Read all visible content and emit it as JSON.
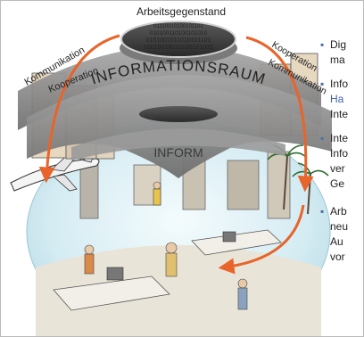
{
  "labels": {
    "arbeitsgegenstand": "Arbeitsgegenstand",
    "kommunikation": "Kommunikation",
    "kooperation_left": "Kooperation",
    "kooperation_right": "Kooperation",
    "kommunikation_right": "Kommunikation",
    "informationsraum": "INFORMATIONSRAUM",
    "informationsraum_echo": "INFORM"
  },
  "binary_rows": [
    "01110010100101101",
    "010100110100101010",
    "0101001011010101101",
    "01010010010100101010"
  ],
  "bullets": [
    {
      "lines": [
        "Dig",
        "ma"
      ]
    },
    {
      "lines": [
        "Info",
        "Ha",
        "Inte"
      ]
    },
    {
      "lines": [
        "Inte",
        "Info",
        "ver",
        "Ge"
      ]
    },
    {
      "lines": [
        "Arb",
        "neu",
        "Au",
        "vor"
      ]
    }
  ],
  "colors": {
    "arrow": "#e8642a",
    "band": "#8c8c8c",
    "globe": "#d8eef5",
    "bullet": "#4a6fa5"
  }
}
